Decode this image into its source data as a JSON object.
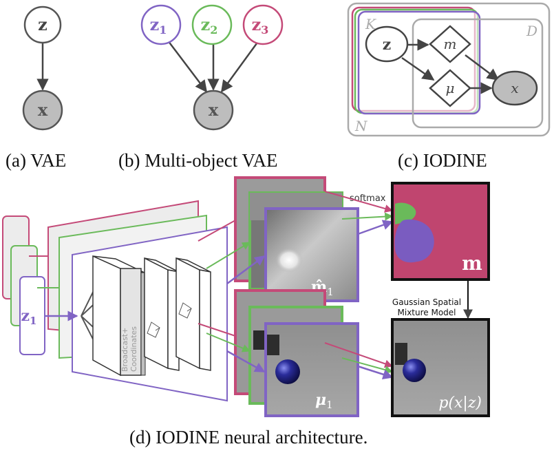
{
  "colors": {
    "purple": "#8064c4",
    "green": "#6aba5a",
    "red": "#c44a78",
    "gray_node": "#bdbdbd",
    "plate": "#a9a9a9",
    "mask_bg": "#c0456f",
    "mask_blob": "#7a5cc0",
    "arrow": "#444444"
  },
  "panel_a": {
    "caption": "(a) VAE",
    "latent": "z",
    "observed": "x"
  },
  "panel_b": {
    "caption": "(b) Multi-object VAE",
    "latents": [
      "z",
      "z",
      "z"
    ],
    "latent_subscripts": [
      "1",
      "2",
      "3"
    ],
    "observed": "x"
  },
  "panel_c": {
    "caption": "(c) IODINE",
    "plate_k": "K",
    "plate_d": "D",
    "plate_n": "N",
    "node_z": "z",
    "node_m": "m",
    "node_mu": "μ",
    "node_x": "x"
  },
  "panel_d": {
    "caption": "(d) IODINE neural architecture.",
    "input_label": "z",
    "input_subscript": "1",
    "decoder_layer_label": "Broadcast+ Coordinates",
    "softmax_label": "softmax",
    "mask_hat_label": "m̂",
    "mask_hat_subscript": "1",
    "mu_label": "μ",
    "mu_subscript": "1",
    "mask_label": "m",
    "mixture_label_line1": "Gaussian Spatial",
    "mixture_label_line2": "Mixture Model",
    "output_label": "p(x|z)"
  }
}
